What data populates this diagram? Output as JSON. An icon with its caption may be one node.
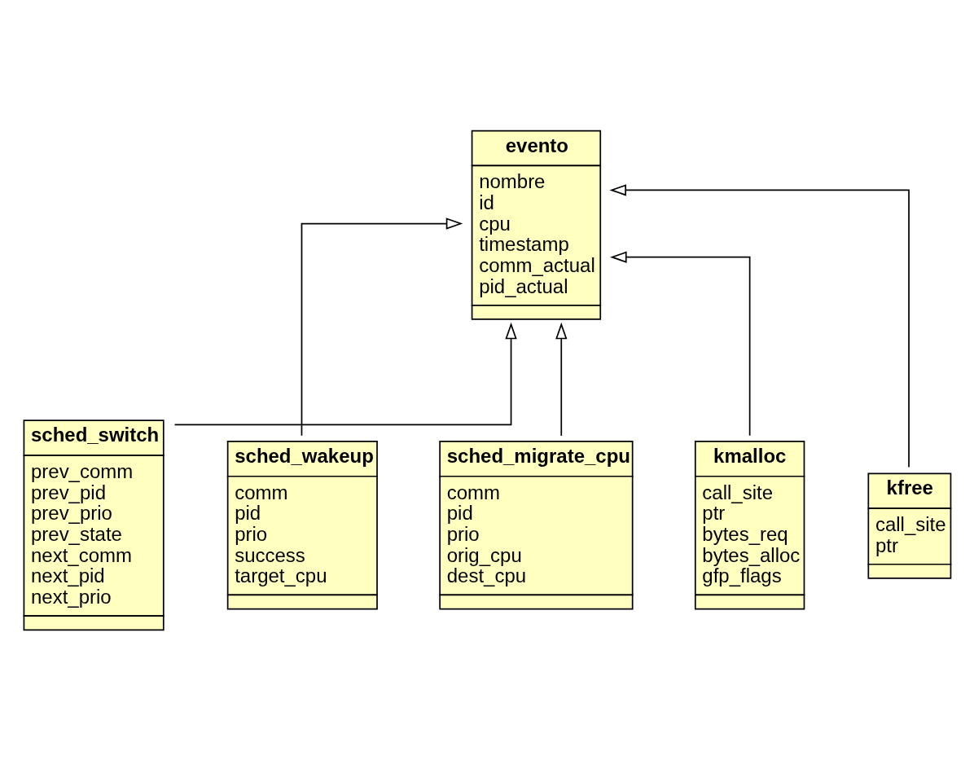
{
  "diagram": {
    "nodes": [
      {
        "text": [
          "evento",
          "nombre",
          "id",
          "cpu",
          "timestamp",
          "comm_actual",
          "pid_actual"
        ]
      },
      {
        "text": [
          "sched_switch",
          "prev_comm",
          "prev_pid",
          "prev_prio",
          "prev_state",
          "next_comm",
          "next_pid",
          "next_prio"
        ]
      },
      {
        "text": [
          "sched_wakeup",
          "comm",
          "pid",
          "prio",
          "success",
          "target_cpu"
        ]
      },
      {
        "text": [
          "sched_migrate_cpu",
          "comm",
          "pid",
          "prio",
          "orig_cpu",
          "dest_cpu"
        ]
      },
      {
        "text": [
          "kmalloc",
          "call_site",
          "ptr",
          "bytes_req",
          "bytes_alloc",
          "gfp_flags"
        ]
      },
      {
        "text": [
          "kfree",
          "call_site",
          "ptr"
        ]
      }
    ],
    "edges": [
      {
        "from": 1,
        "to": 0,
        "arrow": "to"
      },
      {
        "from": 2,
        "to": 0,
        "arrow": "to"
      },
      {
        "from": 3,
        "to": 0,
        "arrow": "to"
      },
      {
        "from": 4,
        "to": 0,
        "arrow": "to"
      },
      {
        "from": 5,
        "to": 0,
        "arrow": "to"
      }
    ]
  }
}
